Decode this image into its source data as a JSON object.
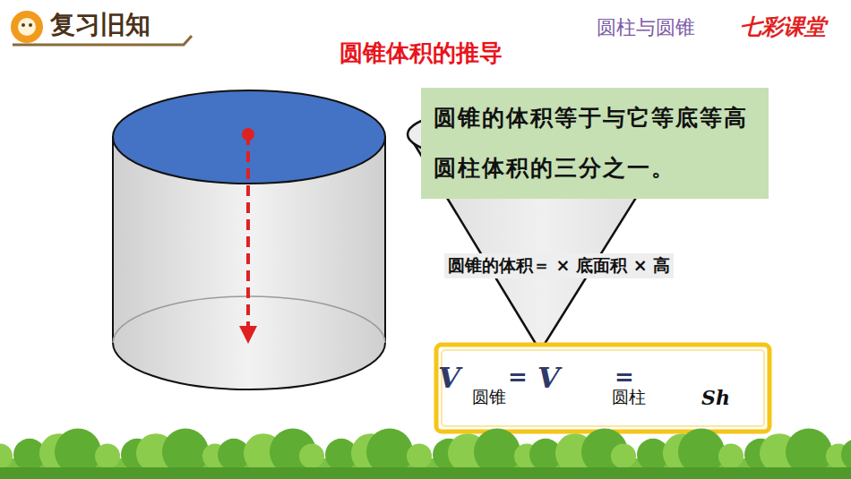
{
  "diagram": {
    "title": "圆锥体积的推导",
    "nodes": [
      {
        "text": [
          "复习旧知"
        ]
      },
      {
        "text": [
          "圆锥的体积等于与它等底等高圆柱体积的三分之一。"
        ]
      },
      {
        "text": [
          "V",
          "圆锥",
          "=",
          "V",
          "圆柱",
          "=",
          "Sh"
        ]
      }
    ],
    "labels": [
      "圆柱与圆锥",
      "七彩课堂",
      "圆锥的体积＝ × 底面积 × 高"
    ]
  }
}
